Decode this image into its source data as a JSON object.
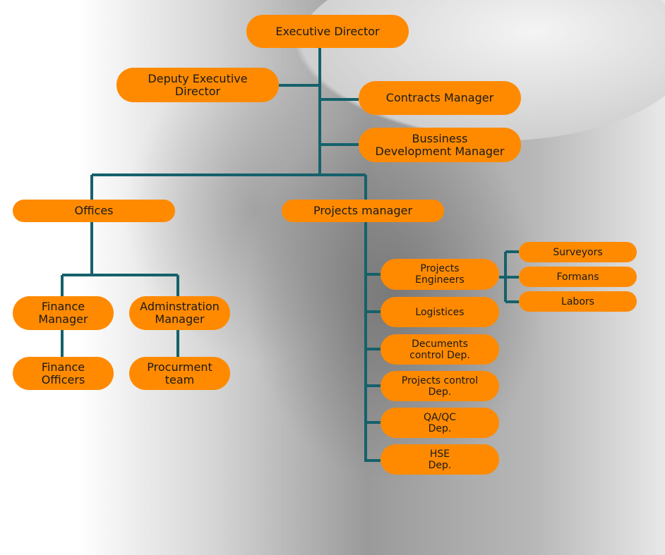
{
  "nodes": {
    "executive_director": "Executive Director",
    "deputy_executive_director": "Deputy Executive\nDirector",
    "contracts_manager": "Contracts Manager",
    "business_development_manager": "Bussiness\nDevelopment Manager",
    "offices": "Offices",
    "projects_manager": "Projects manager",
    "finance_manager": "Finance\nManager",
    "administration_manager": "Adminstration\nManager",
    "finance_officers": "Finance\nOfficers",
    "procurement_team": "Procurment\nteam",
    "projects_engineers": "Projects\nEngineers",
    "logistics": "Logistices",
    "documents_control": "Decuments\ncontrol Dep.",
    "projects_control": "Projects control\nDep.",
    "qa_qc": "QA/QC\nDep.",
    "hse": "HSE\nDep.",
    "surveyors": "Surveyors",
    "foremen": "Formans",
    "labors": "Labors"
  },
  "colors": {
    "box": "#ff8a00",
    "line": "#15616b"
  }
}
